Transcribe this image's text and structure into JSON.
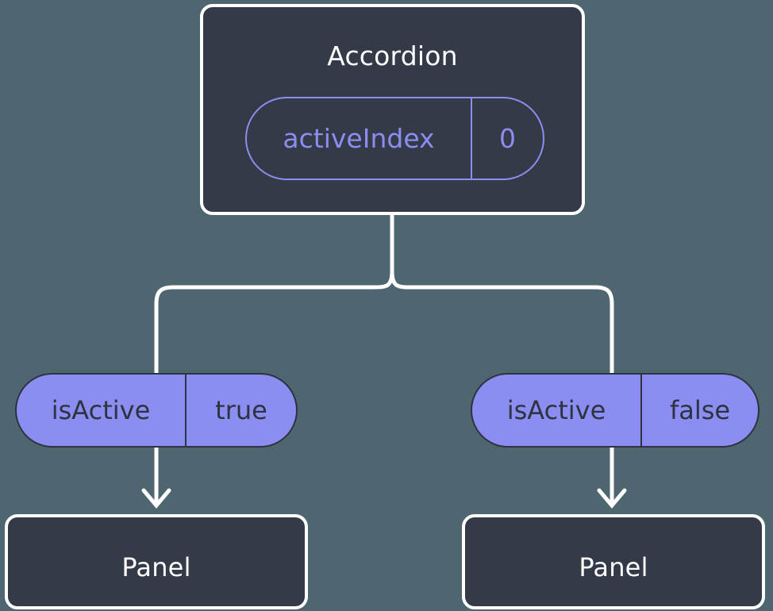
{
  "diagram": {
    "type": "component-state-tree",
    "background_color": "#4d666f",
    "box_fill_color": "#343a47",
    "box_border_color": "#ffffff",
    "accent_color": "#8b8df0",
    "connector_color": "#ffffff",
    "root": {
      "title": "Accordion",
      "state_pill": {
        "key": "activeIndex",
        "value": "0"
      }
    },
    "branches": [
      {
        "prop_pill": {
          "key": "isActive",
          "value": "true"
        },
        "child": {
          "title": "Panel"
        }
      },
      {
        "prop_pill": {
          "key": "isActive",
          "value": "false"
        },
        "child": {
          "title": "Panel"
        }
      }
    ]
  }
}
